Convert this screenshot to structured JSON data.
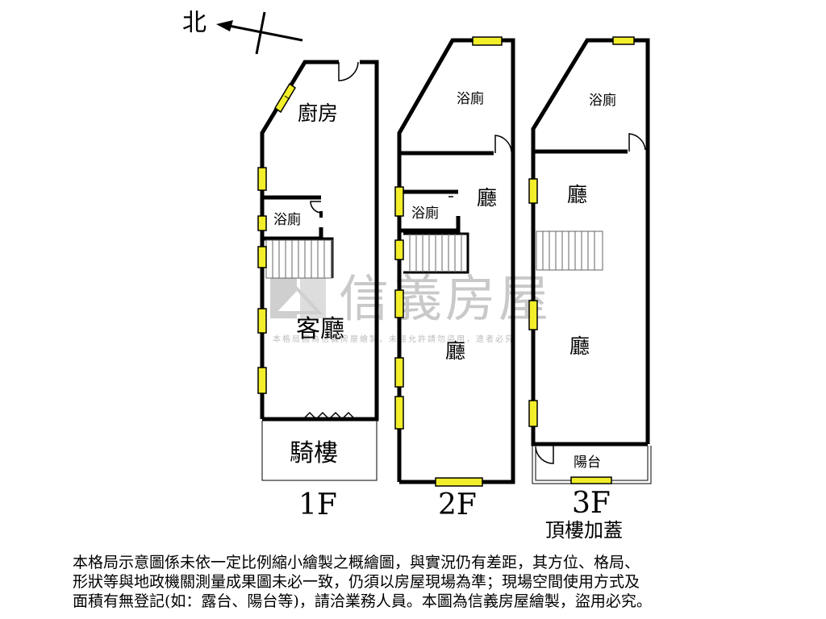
{
  "compass": {
    "north_label": "北"
  },
  "floors": [
    {
      "floor_label": "1F",
      "rooms": {
        "kitchen": "廚房",
        "bathroom": "浴廁",
        "living_room": "客廳",
        "arcade": "騎樓"
      }
    },
    {
      "floor_label": "2F",
      "rooms": {
        "bathroom_top": "浴廁",
        "bathroom_inner": "浴廁",
        "hall_upper": "廳",
        "hall_lower": "廳"
      }
    },
    {
      "floor_label": "3F",
      "note": "頂樓加蓋",
      "rooms": {
        "bathroom_top": "浴廁",
        "hall_upper": "廳",
        "hall_lower": "廳",
        "balcony": "陽台"
      }
    }
  ],
  "watermark": {
    "brand": "信義房屋",
    "notice": "本格局圖為信義房屋繪製，未經允許請勿盜用，違者必究"
  },
  "disclaimer": {
    "lines": [
      "本格局示意圖係未依一定比例縮小繪製之概繪圖，與實況仍有差距，其方位、格局、",
      "形狀等與地政機關測量成果圖未必一致，仍須以房屋現場為準；現場空間使用方式及",
      "面積有無登記(如：露台、陽台等)，請洽業務人員。本圖為信義房屋繪製，盜用必究。"
    ]
  },
  "colors": {
    "wall": "#000000",
    "window": "#f2ee2a",
    "watermark": "#c9c9c9"
  }
}
